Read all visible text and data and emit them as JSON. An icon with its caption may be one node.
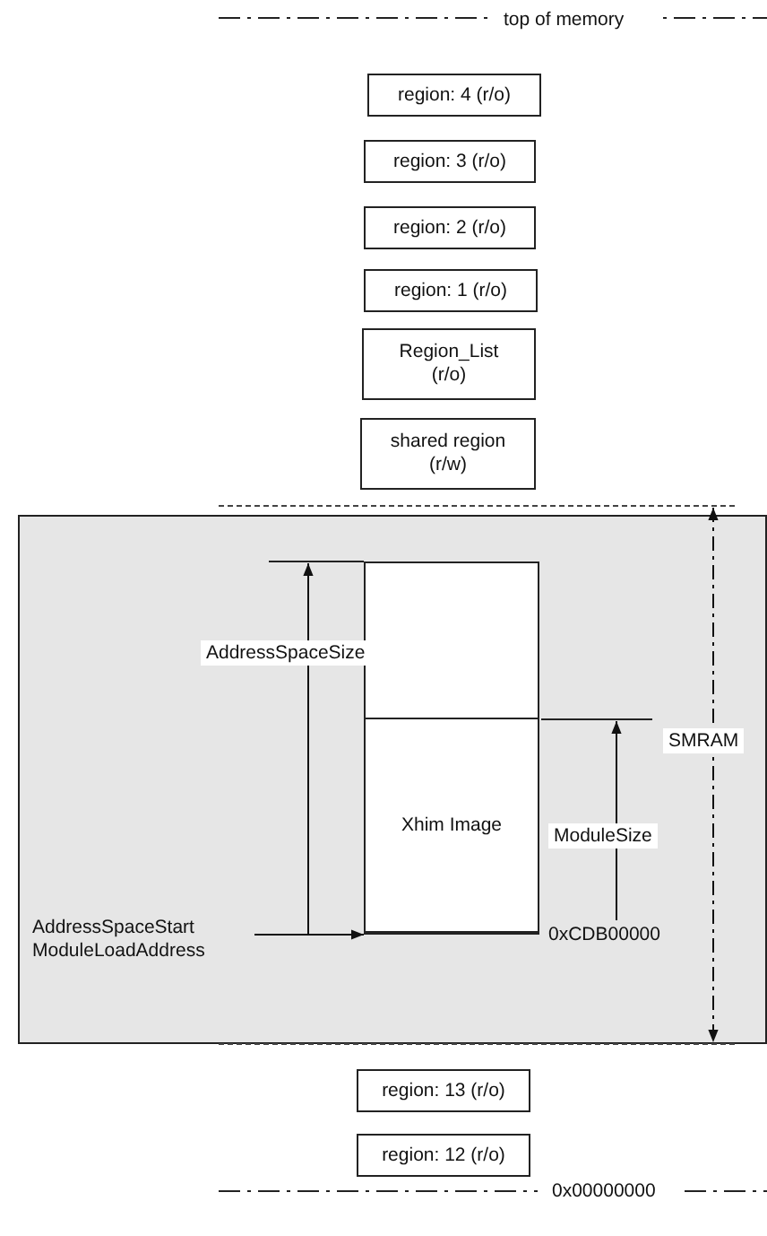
{
  "diagram": {
    "nodes": [
      {
        "text": [
          "region: 4 (r/o)"
        ]
      },
      {
        "text": [
          "region: 3 (r/o)"
        ]
      },
      {
        "text": [
          "region: 2 (r/o)"
        ]
      },
      {
        "text": [
          "region: 1 (r/o)"
        ]
      },
      {
        "text": [
          "Region_List (r/o)"
        ]
      },
      {
        "text": [
          "shared region (r/w)"
        ]
      },
      {
        "text": [],
        "shape": "box"
      },
      {
        "text": [],
        "shape": "box",
        "in": 6
      },
      {
        "text": [
          "Xhim Image"
        ],
        "in": 6
      },
      {
        "text": [
          "AddressSpaceStart",
          "ModuleLoadAddress"
        ],
        "in": 6
      },
      {
        "text": [
          "region: 13 (r/o)"
        ]
      },
      {
        "text": [
          "region: 12 (r/o)"
        ]
      }
    ],
    "edges": [
      {
        "from": 9,
        "to": 8,
        "arrow": "to"
      }
    ],
    "labels": [
      "top of memory",
      "AddressSpaceSize",
      "SMRAM",
      "ModuleSize",
      "0xCDB00000",
      "0x00000000"
    ]
  }
}
